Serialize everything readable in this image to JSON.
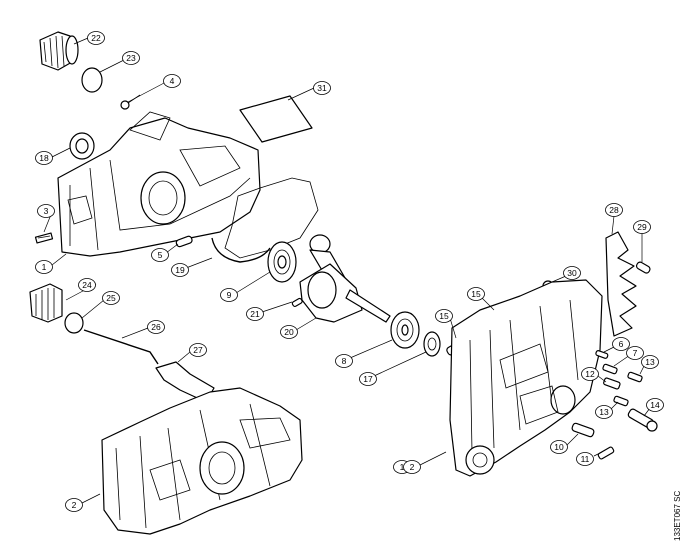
{
  "diagram": {
    "reference_code": "133ET067 SC",
    "callouts": [
      {
        "id": "c1a",
        "label": "1"
      },
      {
        "id": "c1b",
        "label": "1"
      },
      {
        "id": "c2a",
        "label": "2"
      },
      {
        "id": "c2b",
        "label": "2"
      },
      {
        "id": "c3",
        "label": "3"
      },
      {
        "id": "c4",
        "label": "4"
      },
      {
        "id": "c5",
        "label": "5"
      },
      {
        "id": "c6",
        "label": "6"
      },
      {
        "id": "c7",
        "label": "7"
      },
      {
        "id": "c8",
        "label": "8"
      },
      {
        "id": "c9",
        "label": "9"
      },
      {
        "id": "c10",
        "label": "10"
      },
      {
        "id": "c11",
        "label": "11"
      },
      {
        "id": "c12",
        "label": "12"
      },
      {
        "id": "c13a",
        "label": "13"
      },
      {
        "id": "c13b",
        "label": "13"
      },
      {
        "id": "c14",
        "label": "14"
      },
      {
        "id": "c15a",
        "label": "15"
      },
      {
        "id": "c15b",
        "label": "15"
      },
      {
        "id": "c17",
        "label": "17"
      },
      {
        "id": "c18",
        "label": "18"
      },
      {
        "id": "c19",
        "label": "19"
      },
      {
        "id": "c20",
        "label": "20"
      },
      {
        "id": "c21",
        "label": "21"
      },
      {
        "id": "c22",
        "label": "22"
      },
      {
        "id": "c23",
        "label": "23"
      },
      {
        "id": "c24",
        "label": "24"
      },
      {
        "id": "c25",
        "label": "25"
      },
      {
        "id": "c26",
        "label": "26"
      },
      {
        "id": "c27",
        "label": "27"
      },
      {
        "id": "c28",
        "label": "28"
      },
      {
        "id": "c29",
        "label": "29"
      },
      {
        "id": "c30",
        "label": "30"
      },
      {
        "id": "c31",
        "label": "31"
      }
    ]
  }
}
